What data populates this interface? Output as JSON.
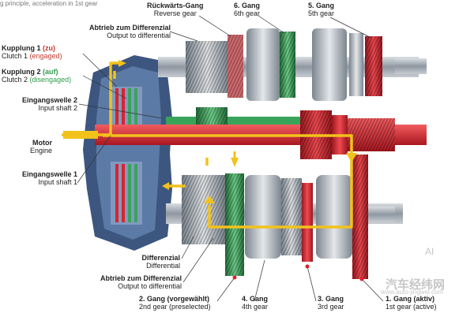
{
  "caption_top": "g principle, acceleration in 1st gear",
  "labels": {
    "reverse": {
      "de": "Rückwärts-Gang",
      "en": "Reverse gear"
    },
    "g6": {
      "de": "6. Gang",
      "en": "6th gear"
    },
    "g5": {
      "de": "5. Gang",
      "en": "5th gear"
    },
    "output_top": {
      "de": "Abtrieb zum Differenzial",
      "en": "Output to differential"
    },
    "clutch1": {
      "de": "Kupplung 1",
      "state": "(zu)",
      "en_pre": "Clutch 1",
      "en_state": "(engaged)"
    },
    "clutch2": {
      "de": "Kupplung 2",
      "state": "(auf)",
      "en_pre": "Clutch 2",
      "en_state": "(disengaged)"
    },
    "input2": {
      "de": "Eingangswelle 2",
      "en": "Input shaft 2"
    },
    "engine": {
      "de": "Motor",
      "en": "Engine"
    },
    "input1": {
      "de": "Eingangswelle 1",
      "en": "Input shaft 1"
    },
    "differential": {
      "de": "Differenzial",
      "en": "Differential"
    },
    "output_bottom": {
      "de": "Abtrieb zum Differenzial",
      "en": "Output to differential"
    },
    "g2": {
      "de": "2. Gang (vorgewählt)",
      "en": "2nd gear (preselected)"
    },
    "g4": {
      "de": "4. Gang",
      "en": "4th gear"
    },
    "g3": {
      "de": "3. Gang",
      "en": "3rd gear"
    },
    "g1": {
      "de": "1. Gang (aktiv)",
      "en": "1st gear (active)"
    }
  },
  "watermark": {
    "cn": "汽车经纬网",
    "url": "www.auto-jingwei.com",
    "ai": "AI"
  },
  "colors": {
    "red": "#d9232e",
    "green": "#3aa35a",
    "yellow": "#f2c21b",
    "steel": "#9aa3ad",
    "housing": "#3c5680"
  }
}
